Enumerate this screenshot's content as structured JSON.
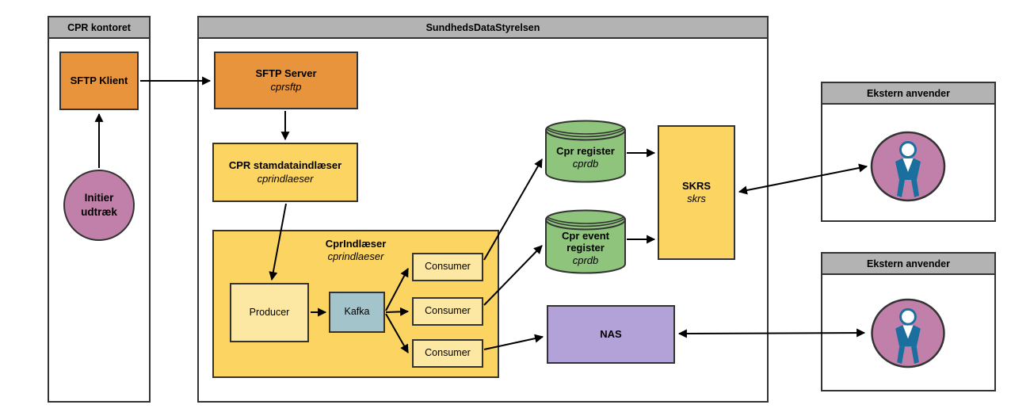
{
  "containers": {
    "cpr_kontoret": {
      "title": "CPR kontoret"
    },
    "sundhedsdatastyrelsen": {
      "title": "SundhedsDataStyrelsen"
    },
    "ekstern_anvender_1": {
      "title": "Ekstern anvender"
    },
    "ekstern_anvender_2": {
      "title": "Ekstern anvender"
    }
  },
  "nodes": {
    "initier": {
      "label": "Initier udtræk"
    },
    "sftp_klient": {
      "label": "SFTP Klient"
    },
    "sftp_server": {
      "label": "SFTP Server",
      "sublabel": "cprsftp"
    },
    "stamdata": {
      "label": "CPR stamdataindlæser",
      "sublabel": "cprindlaeser"
    },
    "cprindlaeser_group": {
      "label": "CprIndlæser",
      "sublabel": "cprindlaeser"
    },
    "producer": {
      "label": "Producer"
    },
    "kafka": {
      "label": "Kafka"
    },
    "consumer1": {
      "label": "Consumer"
    },
    "consumer2": {
      "label": "Consumer"
    },
    "consumer3": {
      "label": "Consumer"
    },
    "cpr_register": {
      "label": "Cpr register",
      "sublabel": "cprdb"
    },
    "cpr_event_register": {
      "label": "Cpr event register",
      "sublabel": "cprdb"
    },
    "skrs": {
      "label": "SKRS",
      "sublabel": "skrs"
    },
    "nas": {
      "label": "NAS"
    }
  },
  "colors": {
    "orange": "#e8943c",
    "yellow": "#fcd462",
    "light_yellow": "#fce7a3",
    "green": "#8fc47d",
    "blue_gray": "#a2c4ca",
    "purple": "#b3a2d8",
    "mauve": "#c180a9",
    "person_blue": "#1a6f9e",
    "header_gray": "#b3b3b3",
    "border_dark": "#333333"
  }
}
